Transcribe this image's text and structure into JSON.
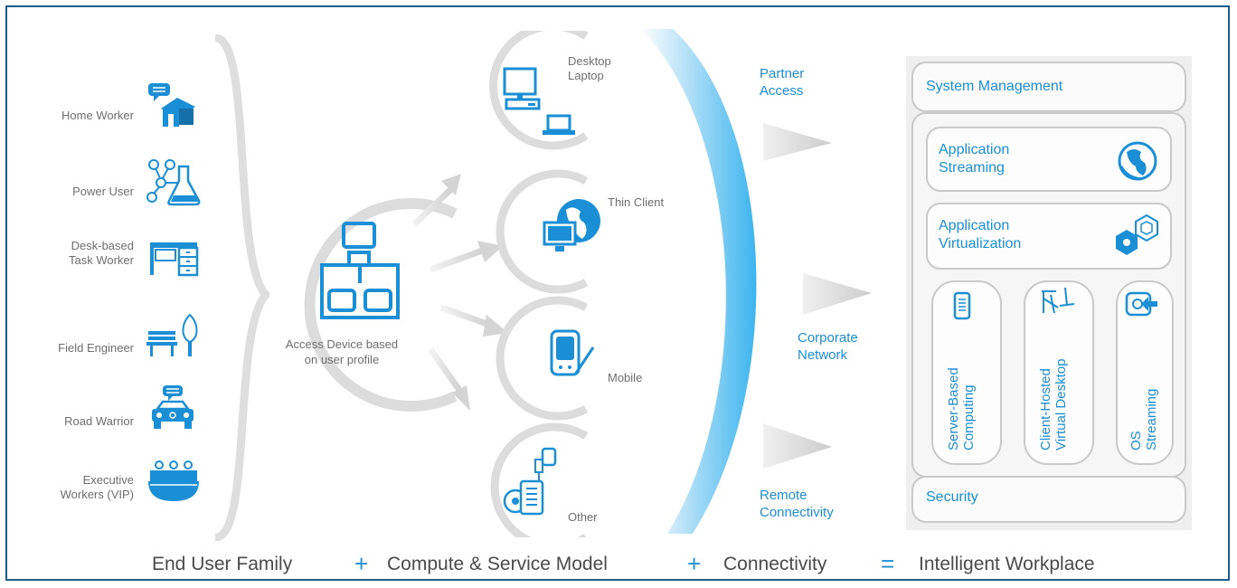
{
  "user_family": {
    "items": [
      {
        "label_l1": "Home Worker",
        "label_l2": "",
        "icon": "house-icon"
      },
      {
        "label_l1": "Power User",
        "label_l2": "",
        "icon": "molecule-flask-icon"
      },
      {
        "label_l1": "Desk-based",
        "label_l2": "Task Worker",
        "icon": "desk-icon"
      },
      {
        "label_l1": "Field Engineer",
        "label_l2": "",
        "icon": "bench-tree-icon"
      },
      {
        "label_l1": "Road Warrior",
        "label_l2": "",
        "icon": "car-icon"
      },
      {
        "label_l1": "Executive",
        "label_l2": "Workers (VIP)",
        "icon": "executives-icon"
      }
    ]
  },
  "access_device": {
    "line1": "Access Device based",
    "line2": "on user profile"
  },
  "devices": {
    "desktop_l1": "Desktop",
    "desktop_l2": "Laptop",
    "thin_client": "Thin Client",
    "mobile": "Mobile",
    "other": "Other"
  },
  "connectivity": {
    "partner_l1": "Partner",
    "partner_l2": "Access",
    "corporate_l1": "Corporate",
    "corporate_l2": "Network",
    "remote_l1": "Remote",
    "remote_l2": "Connectivity"
  },
  "workplace": {
    "system_management": "System Management",
    "app_streaming_l1": "Application",
    "app_streaming_l2": "Streaming",
    "app_virt_l1": "Application",
    "app_virt_l2": "Virtualization",
    "sbc_l1": "Server-Based",
    "sbc_l2": "Computing",
    "chvd_l1": "Client-Hosted",
    "chvd_l2": "Virtual Desktop",
    "os_l1": "OS",
    "os_l2": "Streaming",
    "security": "Security"
  },
  "equation": {
    "term1": "End User Family",
    "op1": "+",
    "term2": "Compute & Service Model",
    "op2": "+",
    "term3": "Connectivity",
    "op3": "=",
    "result": "Intelligent Workplace"
  },
  "colors": {
    "accent": "#1a8fd6",
    "frame": "#1b5e8c",
    "gray": "#6e6e6e"
  }
}
